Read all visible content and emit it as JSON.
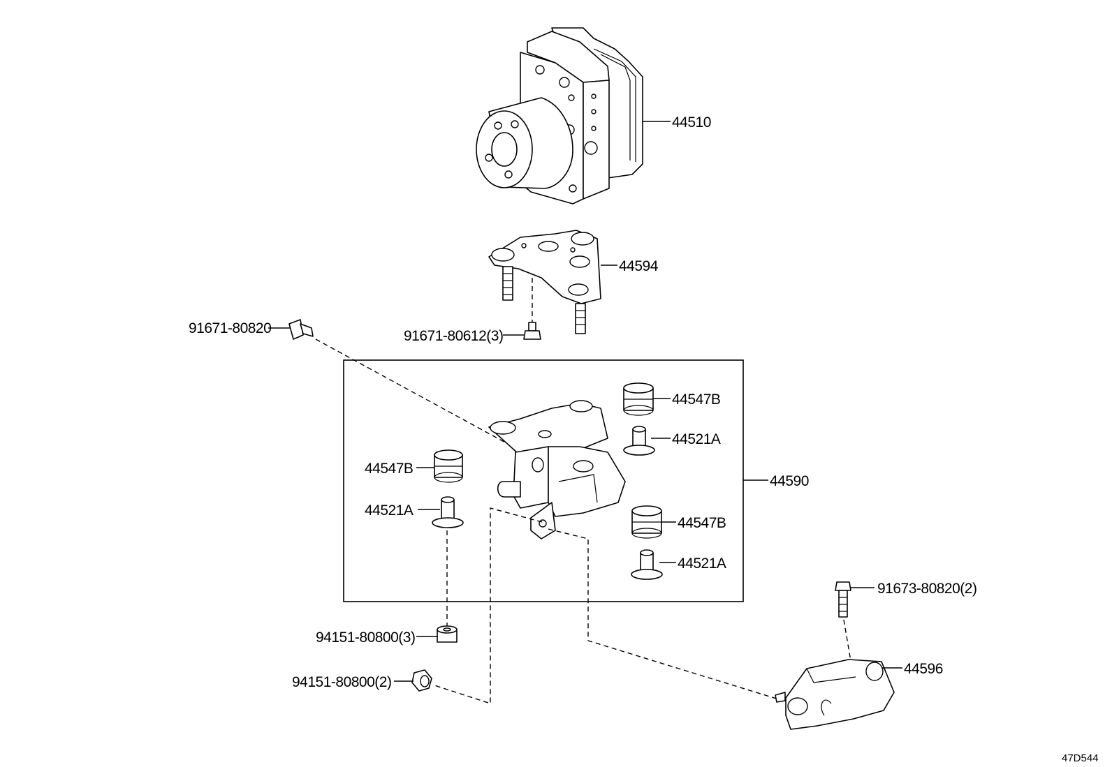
{
  "diagram": {
    "reference_code": "47D544",
    "callouts": {
      "actuator": "44510",
      "actuator_bracket": "44594",
      "bolt_left": "91671-80820",
      "bolt_small": "91671-80612(3)",
      "bracket_assy": "44590",
      "cushion_tr": "44547B",
      "collar_tr": "44521A",
      "cushion_l": "44547B",
      "collar_l": "44521A",
      "cushion_br": "44547B",
      "collar_br": "44521A",
      "bolt_right": "91673-80820(2)",
      "nut_3": "94151-80800(3)",
      "nut_2": "94151-80800(2)",
      "lower_bracket": "44596"
    }
  }
}
